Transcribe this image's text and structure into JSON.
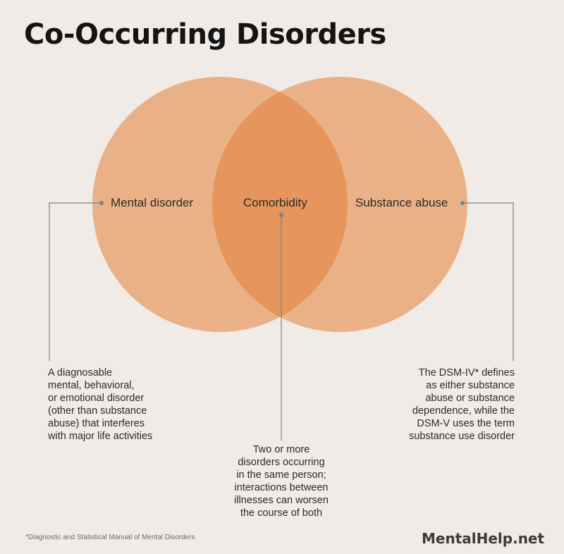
{
  "title": "Co-Occurring Disorders",
  "colors": {
    "background": "#f1ebe8",
    "circle": "#e8a06a",
    "overlap": "#e6955d",
    "leader_line": "#6f8596"
  },
  "circles": {
    "left_label": "Mental disorder",
    "center_label": "Comorbidity",
    "right_label": "Substance abuse"
  },
  "descriptions": {
    "left": [
      "A diagnosable",
      "mental, behavioral,",
      "or emotional disorder",
      "(other than substance",
      "abuse) that interferes",
      "with major life activities"
    ],
    "center": [
      "Two or more",
      "disorders occurring",
      "in the same person;",
      "interactions between",
      "illnesses can worsen",
      "the course of both"
    ],
    "right": [
      "The DSM-IV* defines",
      "as either substance",
      "abuse or substance",
      "dependence, while the",
      "DSM-V uses the term",
      "substance use disorder"
    ]
  },
  "footnote": "*Diagnostic and Statistical Manual of Mental Disorders",
  "brand": "MentalHelp.net"
}
